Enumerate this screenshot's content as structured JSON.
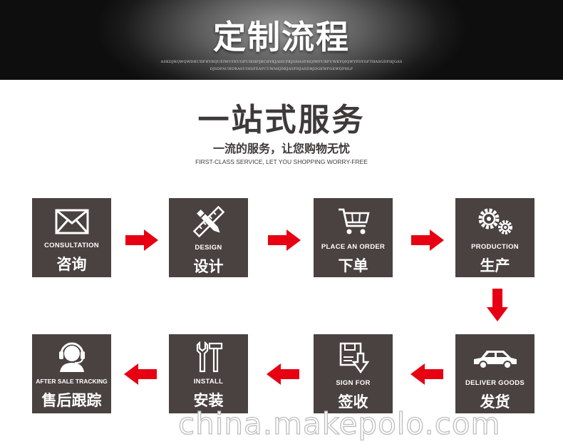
{
  "banner": {
    "title": "定制流程",
    "sub_line1": "ASKDJHQWQWDHUIIFHYRQUEIWUFEUGFUIEHFJBCHVKJAHUFKJGHASFHQIWFUBFUWEYQIQWYFDYGFTHASGDFHJGAS",
    "sub_line2": "DJSDFAUHDRASUIHSFEAFCUWAHJDKJASFHJASDHJDGEWFGEWQFHLF"
  },
  "headline": "一站式服务",
  "tagline": "一流的服务，让您购物无忧",
  "tagline_en": "FIRST-CLASS SERVICE, LET YOU SHOPPING WORRY-FREE",
  "colors": {
    "tile": "#4a4141",
    "arrow": "#e60012",
    "text_dark": "#3e3a39"
  },
  "steps": [
    {
      "en": "CONSULTATION",
      "cn": "咨询",
      "icon": "envelope-icon"
    },
    {
      "en": "DESIGN",
      "cn": "设计",
      "icon": "pencil-ruler-icon"
    },
    {
      "en": "PLACE AN ORDER",
      "cn": "下单",
      "icon": "shopping-cart-icon"
    },
    {
      "en": "PRODUCTION",
      "cn": "生产",
      "icon": "gears-icon"
    },
    {
      "en": "DELIVER GOODS",
      "cn": "发货",
      "icon": "car-icon"
    },
    {
      "en": "SIGN FOR",
      "cn": "签收",
      "icon": "sign-document-icon"
    },
    {
      "en": "INSTALL",
      "cn": "安装",
      "icon": "tools-icon"
    },
    {
      "en": "AFTER SALE TRACKING",
      "cn": "售后跟踪",
      "icon": "headset-user-icon"
    }
  ],
  "watermark": "china.makepolo.com"
}
